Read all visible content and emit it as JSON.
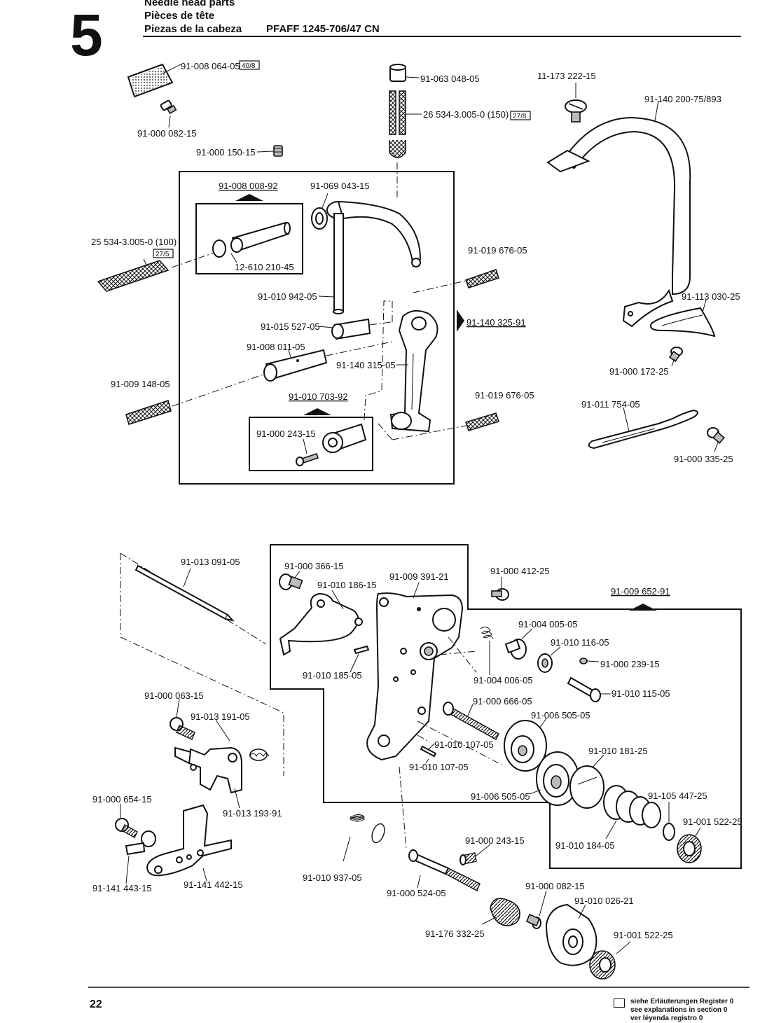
{
  "header": {
    "section_number": "5",
    "title_en": "Needle head parts",
    "title_fr": "Pièces de tête",
    "title_es": "Piezas de la cabeza",
    "model": "PFAFF 1245-706/47 CN"
  },
  "labels": {
    "p1": "91-008 064-05",
    "p2": "91-000 082-15",
    "p3": "91-000 150-15",
    "p4": "91-063 048-05",
    "p5": "26 534-3.005-0 (150)",
    "p6": "11-173 222-15",
    "p7": "91-140 200-75/893",
    "p8": "91-008 008-92",
    "p9": "91-069 043-15",
    "p10": "25 534-3.005-0 (100)",
    "p11": "12-610 210-45",
    "p12": "91-019 676-05",
    "p13": "91-010 942-05",
    "p14": "91-015 527-05",
    "p15": "91-140 325-91",
    "p16": "91-008 011-05",
    "p17": "91-140 315-05",
    "p18": "91-113 030-25",
    "p19": "91-000 172-25",
    "p20": "91-009 148-05",
    "p21": "91-010 703-92",
    "p22": "91-019 676-05",
    "p23": "91-011 754-05",
    "p24": "91-000 243-15",
    "p25": "91-000 335-25",
    "q1": "91-013 091-05",
    "q2": "91-000 366-15",
    "q3": "91-010 186-15",
    "q4": "91-009 391-21",
    "q5": "91-000 412-25",
    "q6": "91-009 652-91",
    "q7": "91-004 005-05",
    "q8": "91-010 116-05",
    "q9": "91-000 239-15",
    "q10": "91-010 185-05",
    "q11": "91-004 006-05",
    "q12": "91-010 115-05",
    "q13": "91-000 063-15",
    "q14": "91-000 666-05",
    "q15": "91-013 191-05",
    "q16": "91-006 505-05",
    "q17": "91-010 107-05",
    "q18": "91-010 107-05",
    "q19": "91-010 181-25",
    "q20": "91-000 654-15",
    "q21": "91-006 505-05",
    "q22": "91-105 447-25",
    "q23": "91-013 193-91",
    "q24": "91-001 522-25",
    "q25": "91-000 243-15",
    "q26": "91-010 184-05",
    "q27": "91-141 443-15",
    "q28": "91-141 442-15",
    "q29": "91-010 937-05",
    "q30": "91-000 524-05",
    "q31": "91-000 082-15",
    "q32": "91-010 026-21",
    "q33": "91-176 332-25",
    "q34": "91-001 522-25"
  },
  "refs": {
    "r1": "40/8",
    "r2": "27/8",
    "r3": "27/5"
  },
  "footer": {
    "page": "22",
    "note_de": "siehe Erläuterungen Register 0",
    "note_en": "see explanations in section 0",
    "note_es": "ver léyenda registro 0"
  }
}
